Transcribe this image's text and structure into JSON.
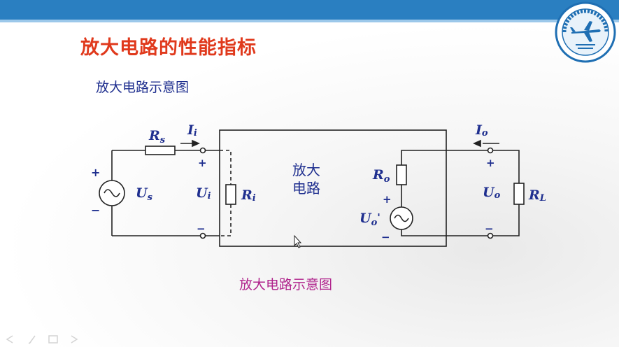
{
  "slide": {
    "title": "放大电路的性能指标",
    "subtitle": "放大电路示意图",
    "caption": "放大电路示意图"
  },
  "diagram": {
    "box_label_line1": "放大",
    "box_label_line2": "电路",
    "labels": {
      "Rs": {
        "main": "R",
        "sub": "s"
      },
      "Us": {
        "main": "U",
        "sub": "s"
      },
      "Ii": {
        "main": "I",
        "sub": "i"
      },
      "Ui": {
        "main": "U",
        "sub": "i"
      },
      "Ri": {
        "main": "R",
        "sub": "i"
      },
      "Ro": {
        "main": "R",
        "sub": "o"
      },
      "Uo_src": {
        "main": "U",
        "sub": "o",
        "prime": "'"
      },
      "Io": {
        "main": "I",
        "sub": "o"
      },
      "Uo": {
        "main": "U",
        "sub": "o"
      },
      "RL": {
        "main": "R",
        "sub": "L"
      }
    },
    "plus": "+",
    "minus": "−"
  },
  "nav_icons": [
    "prev-icon",
    "pen-icon",
    "menu-icon",
    "next-icon"
  ],
  "colors": {
    "title": "#e0391c",
    "subtitle": "#1f2f8f",
    "caption": "#b0238c",
    "circuit": "#222222",
    "topbar": "#2a7fc1"
  }
}
